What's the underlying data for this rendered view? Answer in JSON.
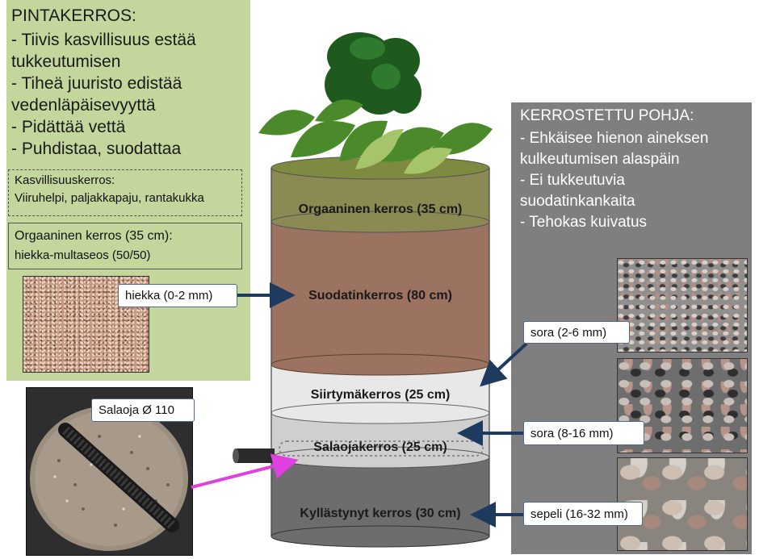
{
  "surface": {
    "title": "PINTAKERROS:",
    "lines": [
      "- Tiivis kasvillisuus estää",
      "tukkeutumisen",
      "- Tiheä juuristo edistää",
      "vedenläpäisevyyttä",
      "- Pidättää vettä",
      "- Puhdistaa, suodattaa"
    ]
  },
  "vegetation": {
    "title": "Kasvillisuuskerros:",
    "text": "Viiruhelpi, paljakkapaju, rantakukka"
  },
  "organic_note": {
    "title": "Orgaaninen kerros (35 cm):",
    "text": "hiekka-multaseos (50/50)"
  },
  "layered": {
    "title": "KERROSTETTU POHJA:",
    "lines": [
      "- Ehkäisee hienon aineksen",
      "kulkeutumisen alaspäin",
      "- Ei tukkeutuvia",
      "suodatinkankaita",
      "- Tehokas kuivatus"
    ]
  },
  "layers": {
    "organic": "Orgaaninen kerros (35 cm)",
    "filter": "Suodatinkerros (80 cm)",
    "transition": "Siirtymäkerros (25 cm)",
    "drain": "Salaojakerros (25 cm)",
    "saturated": "Kyllästynyt kerros (30 cm)"
  },
  "callouts": {
    "sand": "hiekka (0-2 mm)",
    "gravel_small": "sora (2-6 mm)",
    "gravel_medium": "sora (8-16 mm)",
    "crushed": "sepeli (16-32 mm)",
    "drain_pipe": "Salaoja Ø 110"
  },
  "colors": {
    "green_panel": "#c3d69b",
    "grey_panel": "#7f7f7f",
    "organic": "#8b8a52",
    "filter": "#9b7360",
    "transition": "#e8e8e8",
    "drain": "#cfcfcf",
    "saturated": "#6d6d6d",
    "arrow": "#1f3a5f",
    "pink_arrow": "#e040e0"
  }
}
